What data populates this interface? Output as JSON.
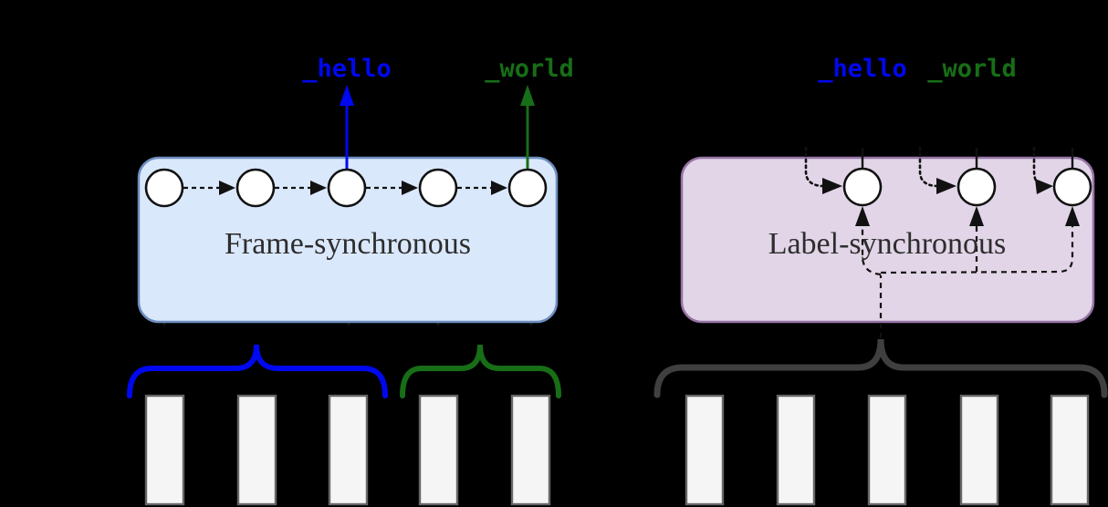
{
  "diagram": {
    "background": "#000000",
    "bar_fill": "#f5f5f5",
    "bar_border": "#666666",
    "left_panel": {
      "title": "Frame-synchronous",
      "box_fill": "#dae8fc",
      "box_border": "#6c8ebf",
      "node_count": 5,
      "frame_count": 5,
      "outputs": [
        {
          "label": "_hello",
          "color": "#0008f0"
        },
        {
          "label": "_world",
          "color": "#176e17"
        }
      ],
      "brace_groups": [
        {
          "color": "#0008f0",
          "covers_frames": 3
        },
        {
          "color": "#176e17",
          "covers_frames": 2
        }
      ]
    },
    "right_panel": {
      "title": "Label-synchronous",
      "box_fill": "#e1d5e7",
      "box_border": "#9673a6",
      "node_count": 3,
      "frame_count": 5,
      "outputs": [
        {
          "label": "_hello",
          "color": "#0008f0"
        },
        {
          "label": "_world",
          "color": "#176e17"
        }
      ],
      "brace_groups": [
        {
          "color": "#3f3f3f",
          "covers_frames": 5
        }
      ]
    }
  }
}
